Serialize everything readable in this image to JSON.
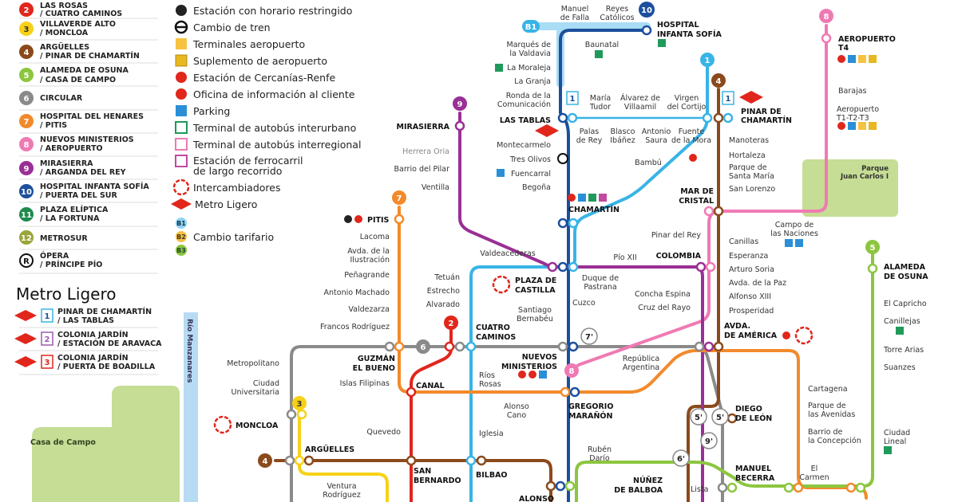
{
  "legend": {
    "lines": [
      {
        "num": "2",
        "color": "#e1261c",
        "l1": "LAS ROSAS",
        "l2": "/ CUATRO CAMINOS"
      },
      {
        "num": "3",
        "color": "#f7d117",
        "l1": "VILLAVERDE ALTO",
        "l2": "/ MONCLOA"
      },
      {
        "num": "4",
        "color": "#8b4a1c",
        "l1": "ARGÜELLES",
        "l2": "/ PINAR DE CHAMARTÍN"
      },
      {
        "num": "5",
        "color": "#8cc63f",
        "l1": "ALAMEDA DE OSUNA",
        "l2": "/ CASA DE CAMPO"
      },
      {
        "num": "6",
        "color": "#8a8a8a",
        "l1": "CIRCULAR",
        "l2": ""
      },
      {
        "num": "7",
        "color": "#f28a2b",
        "l1": "HOSPITAL DEL HENARES",
        "l2": "/ PITIS"
      },
      {
        "num": "8",
        "color": "#ef7ab3",
        "l1": "NUEVOS MINISTERIOS",
        "l2": "/ AEROPUERTO"
      },
      {
        "num": "9",
        "color": "#9a2f95",
        "l1": "MIRASIERRA",
        "l2": "/ ARGANDA DEL REY"
      },
      {
        "num": "10",
        "color": "#1c4f9c",
        "l1": "HOSPITAL INFANTA SOFÍA",
        "l2": "/ PUERTA DEL SUR"
      },
      {
        "num": "11",
        "color": "#1f8a4c",
        "l1": "PLAZA ELÍPTICA",
        "l2": "/ LA FORTUNA"
      },
      {
        "num": "12",
        "color": "#9aa53a",
        "l1": "METROSUR",
        "l2": ""
      },
      {
        "num": "R",
        "color": "#ffffff",
        "l1": "ÓPERA",
        "l2": "/ PRÍNCIPE PÍO"
      }
    ],
    "symbols": [
      {
        "icon": "clock-icon",
        "label": "Estación con horario restringido"
      },
      {
        "icon": "train-change-icon",
        "label": "Cambio de tren"
      },
      {
        "icon": "airplane-icon",
        "label": "Terminales aeropuerto"
      },
      {
        "icon": "airport-supplement-icon",
        "label": "Suplemento de aeropuerto"
      },
      {
        "icon": "cercanias-icon",
        "label": "Estación de Cercanías-Renfe"
      },
      {
        "icon": "info-icon",
        "label": "Oficina de información al cliente"
      },
      {
        "icon": "parking-icon",
        "label": "Parking"
      },
      {
        "icon": "bus-interurban-icon",
        "label": "Terminal de autobús interurbano"
      },
      {
        "icon": "bus-interregional-icon",
        "label": "Terminal de autobús interregional"
      },
      {
        "icon": "long-distance-train-icon",
        "label": "Estación de ferrocarril",
        "label2": "de largo recorrido"
      },
      {
        "icon": "interchange-icon",
        "label": "Intercambiadores"
      },
      {
        "icon": "metro-ligero-icon",
        "label": "Metro Ligero"
      }
    ],
    "fare_zones": [
      "B1",
      "B2",
      "B3"
    ],
    "fare_label": "Cambio tarifario",
    "ml_title": "Metro Ligero",
    "ml_lines": [
      {
        "num": "1",
        "color": "#38b4e6",
        "l1": "PINAR DE CHAMARTÍN",
        "l2": "/ LAS TABLAS"
      },
      {
        "num": "2",
        "color": "#9a5bb0",
        "l1": "COLONIA JARDÍN",
        "l2": "/ ESTACIÓN DE ARAVACA"
      },
      {
        "num": "3",
        "color": "#e1261c",
        "l1": "COLONIA JARDÍN",
        "l2": "/ PUERTA DE BOADILLA"
      }
    ],
    "ml_logo": "ml"
  },
  "map": {
    "river": "Río Manzanares",
    "parks": {
      "casa_campo": "Casa de Campo",
      "jc1": [
        "Parque",
        "Juan Carlos I"
      ]
    },
    "badges": {
      "b1": "B1",
      "l10": "10",
      "l1": "1",
      "l4": "4",
      "l8": "8",
      "l9": "9",
      "l7": "7",
      "l5": "5",
      "l2": "2",
      "l6": "6",
      "l3": "3",
      "l4b": "4",
      "l8b": "8",
      "ml1a": "1",
      "ml1b": "1",
      "r7": "7'",
      "r5a": "5'",
      "r5b": "5'",
      "r9": "9'",
      "r6": "6'"
    },
    "stations": {
      "manuel_de_falla": [
        "Manuel",
        "de Falla"
      ],
      "reyes_catolicos": [
        "Reyes",
        "Católicos"
      ],
      "hospital_infanta_sofia": [
        "HOSPITAL",
        "INFANTA SOFÍA"
      ],
      "baunatal": "Baunatal",
      "marques_valdavia": [
        "Marqués de",
        "la Valdavia"
      ],
      "la_moraleja": "La Moraleja",
      "la_granja": "La Granja",
      "ronda": [
        "Ronda de la",
        "Comunicación"
      ],
      "las_tablas": "LAS TABLAS",
      "maria_tudor": [
        "María",
        "Tudor"
      ],
      "alvarez_villaamil": [
        "Álvarez de",
        "Villaamil"
      ],
      "virgen_cortijo": [
        "Virgen",
        "del Cortijo"
      ],
      "palas_de_rey": [
        "Palas",
        "de Rey"
      ],
      "blasco_ibanez": [
        "Blasco",
        "Ibáñez"
      ],
      "antonio_saura": [
        "Antonio",
        "Saura"
      ],
      "fuente_mora": [
        "Fuente",
        "de la Mora"
      ],
      "pinar_chamartin": [
        "PINAR DE",
        "CHAMARTÍN"
      ],
      "aeropuerto_t4": [
        "AEROPUERTO",
        "T4"
      ],
      "barajas": "Barajas",
      "aeropuerto_t123": [
        "Aeropuerto",
        "T1-T2-T3"
      ],
      "mirasierra": "MIRASIERRA",
      "herrera_oria": "Herrera Oria",
      "barrio_pilar": "Barrio del Pilar",
      "ventilla": "Ventilla",
      "montecarmelo": "Montecarmelo",
      "tres_olivos": "Tres Olivos",
      "fuencarral": "Fuencarral",
      "begona": "Begoña",
      "bambu": "Bambú",
      "chamartin": "CHAMARTÍN",
      "manoteras": "Manoteras",
      "hortaleza": "Hortaleza",
      "parque_santa_maria": [
        "Parque de",
        "Santa María"
      ],
      "san_lorenzo": "San Lorenzo",
      "mar_de_cristal": [
        "MAR DE",
        "CRISTAL"
      ],
      "campo_naciones": [
        "Campo de",
        "las Naciones"
      ],
      "pitis": "PITIS",
      "lacoma": "Lacoma",
      "avda_ilustracion": [
        "Avda. de la",
        "Ilustración"
      ],
      "penagrande": "Peñagrande",
      "antonio_machado": "Antonio Machado",
      "valdezarza": "Valdezarza",
      "francos_rodriguez": "Francos Rodríguez",
      "valdeacederas": "Valdeacederas",
      "tetuan": "Tetuán",
      "estrecho": "Estrecho",
      "alvarado": "Alvarado",
      "plaza_castilla": [
        "PLAZA DE",
        "CASTILLA"
      ],
      "pio_xii": "Pío XII",
      "colombia": "COLOMBIA",
      "pinar_rey": "Pinar del Rey",
      "duque_pastrana": [
        "Duque de",
        "Pastrana"
      ],
      "concha_espina": "Concha Espina",
      "cruz_rayo": "Cruz del Rayo",
      "cuzco": "Cuzco",
      "santiago_bernabeu": [
        "Santiago",
        "Bernabéu"
      ],
      "canillas": "Canillas",
      "esperanza": "Esperanza",
      "arturo_soria": "Arturo Soria",
      "avda_paz": "Avda. de la Paz",
      "alfonso_xiii": "Alfonso XIII",
      "prosperidad": "Prosperidad",
      "avda_america": [
        "AVDA.",
        "DE AMÉRICA"
      ],
      "cuatro_caminos": [
        "CUATRO",
        "CAMINOS"
      ],
      "nuevos_ministerios": [
        "NUEVOS",
        "MINISTERIOS"
      ],
      "republica_argentina": [
        "República",
        "Argentina"
      ],
      "metropolitano": "Metropolitano",
      "ciudad_universitaria": [
        "Ciudad",
        "Universitaria"
      ],
      "guzman": [
        "GUZMÁN",
        "EL BUENO"
      ],
      "islas_filipinas": "Islas Filipinas",
      "canal": "CANAL",
      "rios_rosas": [
        "Ríos",
        "Rosas"
      ],
      "alonso_cano": [
        "Alonso",
        "Cano"
      ],
      "gregorio_maranon": [
        "GREGORIO",
        "MARAÑÓN"
      ],
      "cartagena": "Cartagena",
      "parque_avenidas": [
        "Parque de",
        "las Avenidas"
      ],
      "barrio_concepcion": [
        "Barrio de",
        "la Concepción"
      ],
      "diego_de_leon": [
        "DIEGO",
        "DE LEÓN"
      ],
      "quevedo": "Quevedo",
      "iglesia": "Iglesia",
      "moncloa": "MONCLOA",
      "arguelles": "ARGÜELLES",
      "ruben_dario": [
        "Rubén",
        "Darío"
      ],
      "alameda_osuna": [
        "ALAMEDA",
        "DE OSUNA"
      ],
      "el_capricho": "El Capricho",
      "canillejas": "Canillejas",
      "torre_arias": "Torre Arias",
      "suanzes": "Suanzes",
      "ciudad_lineal": [
        "Ciudad",
        "Lineal"
      ],
      "el_carmen": [
        "El",
        "Carmen"
      ],
      "manuel_becerra": [
        "MANUEL",
        "BECERRA"
      ],
      "lista": "Lista",
      "nunez_balboa": [
        "NÚÑEZ",
        "DE BALBOA"
      ],
      "san_bernardo": [
        "SAN",
        "BERNARDO"
      ],
      "bilbao": "BILBAO",
      "ventura_rodriguez": [
        "Ventura",
        "Rodríguez"
      ],
      "alonso": "ALONSO"
    }
  },
  "colors": {
    "l1": "#38b4e6",
    "l2": "#e1261c",
    "l3": "#f7d117",
    "l4": "#8b4a1c",
    "l5": "#8cc63f",
    "l6": "#8a8a8a",
    "l7": "#f28a2b",
    "l8": "#ef7ab3",
    "l9": "#9a2f95",
    "l10": "#1c4f9c",
    "park": "#c5dd95",
    "river": "#b7dbf3"
  }
}
